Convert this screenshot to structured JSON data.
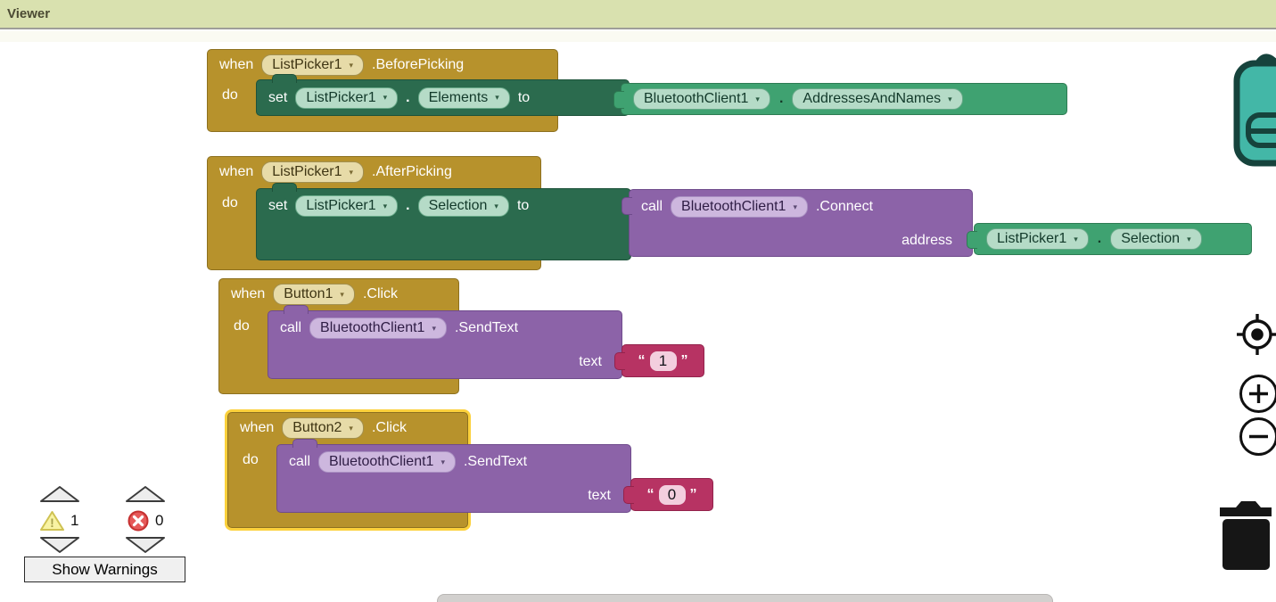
{
  "header": {
    "title": "Viewer"
  },
  "icons": {
    "dropdown_caret": "▾"
  },
  "colors": {
    "header_bg": "#d9e1af",
    "event_block": "#b7922c",
    "setter_block": "#2b6b4e",
    "getter_block": "#3fa271",
    "method_block": "#8c63a8",
    "text_block": "#b73363",
    "selection_highlight": "#fcd13c",
    "backpack": "#43b7a7",
    "warning_icon": "#f8f3a3",
    "error_icon": "#e65a5a"
  },
  "blocks": [
    {
      "when_label": "when",
      "do_label": "do",
      "event_component": "ListPicker1",
      "event_name": ".BeforePicking",
      "set_label": "set",
      "set_component": "ListPicker1",
      "dot": ".",
      "set_property": "Elements",
      "to_label": "to",
      "value_component": "BluetoothClient1",
      "value_dot": ".",
      "value_property": "AddressesAndNames"
    },
    {
      "when_label": "when",
      "do_label": "do",
      "event_component": "ListPicker1",
      "event_name": ".AfterPicking",
      "set_label": "set",
      "set_component": "ListPicker1",
      "dot": ".",
      "set_property": "Selection",
      "to_label": "to",
      "call_label": "call",
      "call_component": "BluetoothClient1",
      "call_method": ".Connect",
      "param_label": "address",
      "param_component": "ListPicker1",
      "param_dot": ".",
      "param_property": "Selection"
    },
    {
      "when_label": "when",
      "do_label": "do",
      "event_component": "Button1",
      "event_name": ".Click",
      "call_label": "call",
      "call_component": "BluetoothClient1",
      "call_method": ".SendText",
      "param_label": "text",
      "text_open_quote": "“",
      "text_value": "1",
      "text_close_quote": "”"
    },
    {
      "selected": true,
      "when_label": "when",
      "do_label": "do",
      "event_component": "Button2",
      "event_name": ".Click",
      "call_label": "call",
      "call_component": "BluetoothClient1",
      "call_method": ".SendText",
      "param_label": "text",
      "text_open_quote": "“",
      "text_value": "0",
      "text_close_quote": "”"
    }
  ],
  "warnings_panel": {
    "warning_count": "1",
    "error_count": "0",
    "show_warnings_label": "Show Warnings"
  }
}
